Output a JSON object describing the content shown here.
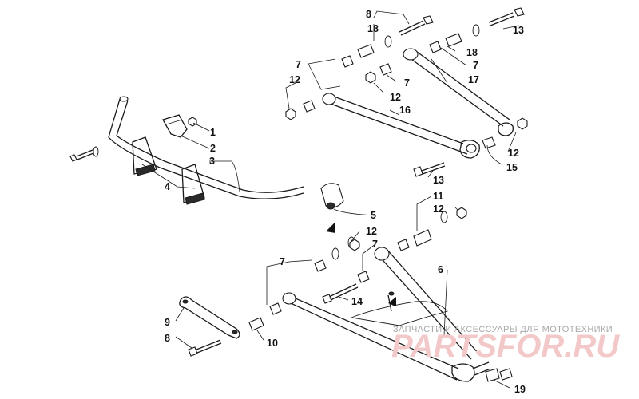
{
  "callouts": {
    "c1": "1",
    "c2": "2",
    "c3": "3",
    "c4": "4",
    "c5": "5",
    "c6": "6",
    "c7a": "7",
    "c7b": "7",
    "c7c": "7",
    "c7d": "7",
    "c7e": "7",
    "c8a": "8",
    "c8b": "8",
    "c9": "9",
    "c10": "10",
    "c11": "11",
    "c12a": "12",
    "c12b": "12",
    "c12c": "12",
    "c12d": "12",
    "c12e": "12",
    "c13a": "13",
    "c13b": "13",
    "c14": "14",
    "c15": "15",
    "c16": "16",
    "c17": "17",
    "c18a": "18",
    "c18b": "18",
    "c19": "19"
  },
  "watermark": {
    "caption": "ЗАПЧАСТИ И АКСЕССУАРЫ ДЛЯ МОТОТЕХНИКИ",
    "logo": "PARTSFOR.RU"
  },
  "colors": {
    "line": "#1a1a1a",
    "background": "#ffffff",
    "watermark_logo": "#f2c8c8",
    "watermark_text": "#a8a8a8"
  }
}
